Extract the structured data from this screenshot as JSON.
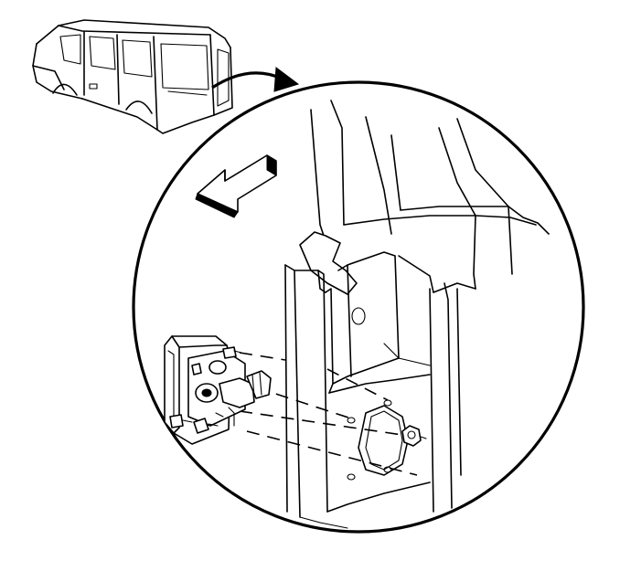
{
  "figure": {
    "background": "#ffffff",
    "line_color": "#000000",
    "components": [
      "van-body-icon",
      "pointer-arrow-icon",
      "detail-circle",
      "forward-direction-arrow-icon",
      "body-pillar",
      "bracket-assembly",
      "weld-nut"
    ]
  }
}
